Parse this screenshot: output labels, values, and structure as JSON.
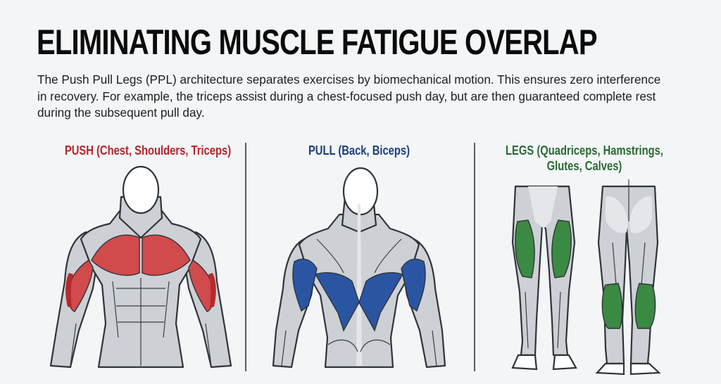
{
  "header": {
    "title": "ELIMINATING MUSCLE FATIGUE OVERLAP",
    "intro": "The Push Pull Legs (PPL) architecture separates exercises by biomechanical motion. This ensures zero interference in recovery. For example, the triceps assist during a chest-focused push day, but are then guaranteed complete rest during the subsequent pull day."
  },
  "columns": [
    {
      "id": "push",
      "title": "PUSH (Chest, Shoulders, Triceps)",
      "color": "#b3262b",
      "highlight_color": "#d14a4c",
      "figure": "front-torso",
      "muscles": [
        "Chest",
        "Shoulders",
        "Triceps"
      ]
    },
    {
      "id": "pull",
      "title": "PULL (Back, Biceps)",
      "color": "#1d3f7c",
      "highlight_color": "#2a55a3",
      "figure": "back-torso",
      "muscles": [
        "Back",
        "Biceps"
      ]
    },
    {
      "id": "legs",
      "title_line1": "LEGS (Quadriceps, Hamstrings,",
      "title_line2": "Glutes, Calves)",
      "color": "#2b6a33",
      "highlight_color": "#3a8a43",
      "figure": "front-and-back-legs",
      "muscles": [
        "Quadriceps",
        "Hamstrings",
        "Glutes",
        "Calves"
      ]
    }
  ],
  "colors": {
    "background": "#f3f5f7",
    "body_fill": "#cdd0d5",
    "outline": "#2f3438",
    "divider": "#5c5c5c"
  }
}
